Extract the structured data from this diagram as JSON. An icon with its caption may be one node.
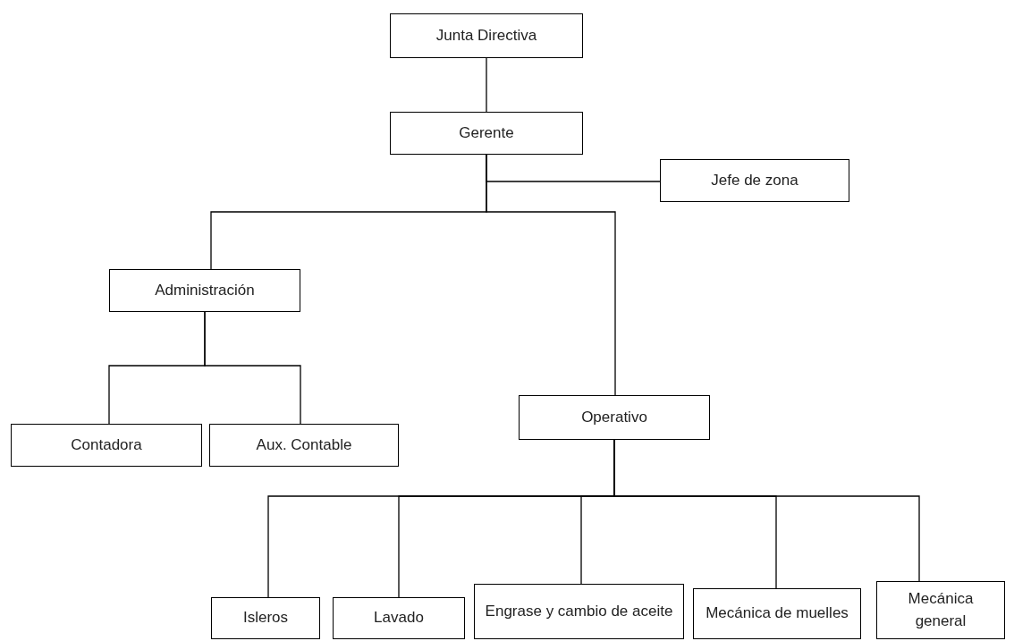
{
  "diagram": {
    "nodes": [
      {
        "text": [
          "Junta Directiva"
        ]
      },
      {
        "text": [
          "Gerente"
        ]
      },
      {
        "text": [
          "Jefe de zona"
        ]
      },
      {
        "text": [
          "Administración"
        ]
      },
      {
        "text": [
          "Contadora"
        ]
      },
      {
        "text": [
          "Aux. Contable"
        ]
      },
      {
        "text": [
          "Operativo"
        ]
      },
      {
        "text": [
          "Isleros"
        ]
      },
      {
        "text": [
          "Lavado"
        ]
      },
      {
        "text": [
          "Engrase y cambio de aceite"
        ]
      },
      {
        "text": [
          "Mecánica de muelles"
        ]
      },
      {
        "text": [
          "Mecánica general"
        ]
      }
    ],
    "edges": [
      {
        "from": 0,
        "to": 1,
        "arrow": "none"
      },
      {
        "from": 1,
        "to": 2,
        "arrow": "none"
      },
      {
        "from": 1,
        "to": 3,
        "arrow": "none"
      },
      {
        "from": 1,
        "to": 6,
        "arrow": "none"
      },
      {
        "from": 3,
        "to": 4,
        "arrow": "none"
      },
      {
        "from": 3,
        "to": 5,
        "arrow": "none"
      },
      {
        "from": 6,
        "to": 7,
        "arrow": "none"
      },
      {
        "from": 6,
        "to": 8,
        "arrow": "none"
      },
      {
        "from": 6,
        "to": 9,
        "arrow": "none"
      },
      {
        "from": 6,
        "to": 10,
        "arrow": "none"
      },
      {
        "from": 6,
        "to": 11,
        "arrow": "none"
      }
    ]
  }
}
